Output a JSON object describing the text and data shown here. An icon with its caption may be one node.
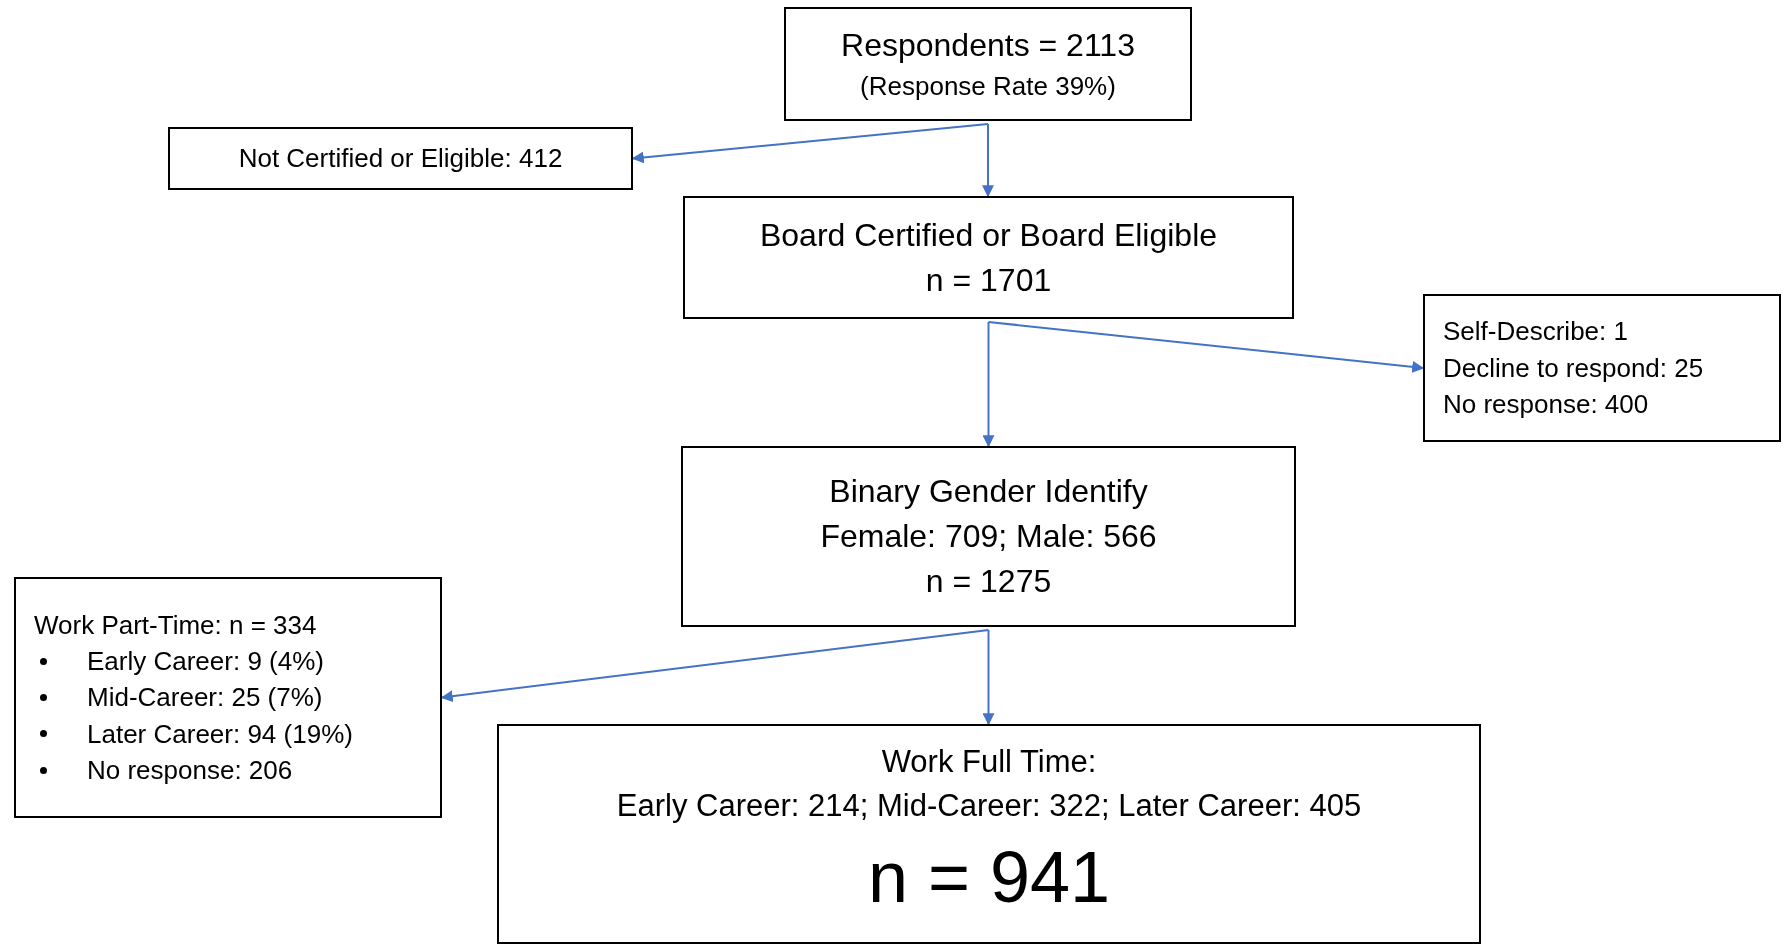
{
  "diagram": {
    "nodes": [
      {
        "text": [
          "Respondents = 2113",
          "(Response Rate 39%)"
        ]
      },
      {
        "text": [
          "Not Certified or Eligible: 412"
        ]
      },
      {
        "text": [
          "Board Certified or Board Eligible",
          "n = 1701"
        ]
      },
      {
        "text": [
          "Self-Describe: 1",
          "Decline to respond: 25",
          "No response: 400"
        ]
      },
      {
        "text": [
          "Binary Gender Identify",
          "Female: 709; Male: 566",
          "n = 1275"
        ]
      },
      {
        "text": [
          "Work Part-Time: n = 334",
          "Early Career: 9 (4%)",
          "Mid-Career: 25 (7%)",
          "Later Career: 94 (19%)",
          "No response: 206"
        ]
      },
      {
        "text": [
          "Work Full Time:",
          "Early Career: 214; Mid-Career: 322; Later Career: 405",
          "n = 941"
        ]
      }
    ],
    "edges": [
      {
        "from": 0,
        "to": 1,
        "arrow": "to"
      },
      {
        "from": 0,
        "to": 2,
        "arrow": "to"
      },
      {
        "from": 2,
        "to": 3,
        "arrow": "to"
      },
      {
        "from": 2,
        "to": 4,
        "arrow": "to"
      },
      {
        "from": 4,
        "to": 5,
        "arrow": "to"
      },
      {
        "from": 4,
        "to": 6,
        "arrow": "to"
      }
    ]
  }
}
